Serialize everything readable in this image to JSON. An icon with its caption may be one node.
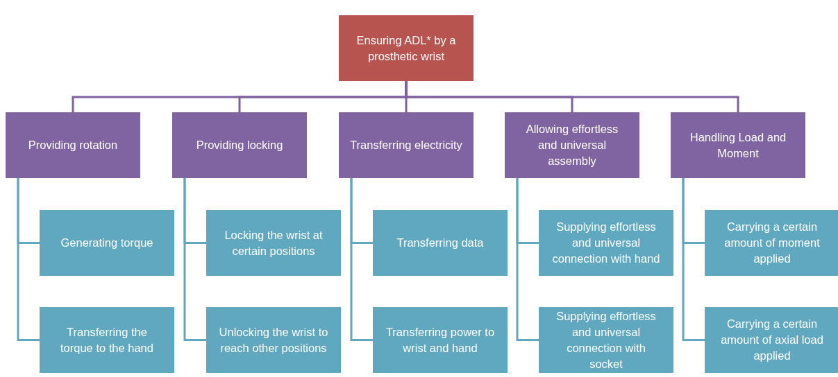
{
  "diagram": {
    "nodes": [
      {
        "text": [
          "Ensuring ADL* by a prosthetic wrist"
        ]
      },
      {
        "text": [
          "Providing rotation"
        ]
      },
      {
        "text": [
          "Providing locking"
        ]
      },
      {
        "text": [
          "Transferring electricity"
        ]
      },
      {
        "text": [
          "Allowing effortless and universal assembly"
        ]
      },
      {
        "text": [
          "Handling Load and Moment"
        ]
      },
      {
        "text": [
          "Generating torque"
        ]
      },
      {
        "text": [
          "Transferring the torque to the hand"
        ]
      },
      {
        "text": [
          "Locking the wrist at certain positions"
        ]
      },
      {
        "text": [
          "Unlocking the wrist to reach other positions"
        ]
      },
      {
        "text": [
          "Transferring data"
        ]
      },
      {
        "text": [
          "Transferring power to wrist and hand"
        ]
      },
      {
        "text": [
          "Supplying effortless and universal connection with hand"
        ]
      },
      {
        "text": [
          "Supplying effortless and universal connection with socket"
        ]
      },
      {
        "text": [
          "Carrying a certain amount of moment applied"
        ]
      },
      {
        "text": [
          "Carrying a certain amount of axial load applied"
        ]
      }
    ],
    "edges": [
      {
        "from": 0,
        "to": 1,
        "arrow": "none"
      },
      {
        "from": 0,
        "to": 2,
        "arrow": "none"
      },
      {
        "from": 0,
        "to": 3,
        "arrow": "none"
      },
      {
        "from": 0,
        "to": 4,
        "arrow": "none"
      },
      {
        "from": 0,
        "to": 5,
        "arrow": "none"
      },
      {
        "from": 1,
        "to": 6,
        "arrow": "none",
        "color": "#5fa8c0"
      },
      {
        "from": 1,
        "to": 7,
        "arrow": "none",
        "color": "#5fa8c0"
      },
      {
        "from": 2,
        "to": 8,
        "arrow": "none",
        "color": "#5fa8c0"
      },
      {
        "from": 2,
        "to": 9,
        "arrow": "none",
        "color": "#5fa8c0"
      },
      {
        "from": 3,
        "to": 10,
        "arrow": "none",
        "color": "#5fa8c0"
      },
      {
        "from": 3,
        "to": 11,
        "arrow": "none",
        "color": "#5fa8c0"
      },
      {
        "from": 4,
        "to": 12,
        "arrow": "none",
        "color": "#5fa8c0"
      },
      {
        "from": 4,
        "to": 13,
        "arrow": "none",
        "color": "#5fa8c0"
      },
      {
        "from": 5,
        "to": 14,
        "arrow": "none",
        "color": "#5fa8c0"
      },
      {
        "from": 5,
        "to": 15,
        "arrow": "none",
        "color": "#5fa8c0"
      }
    ]
  }
}
